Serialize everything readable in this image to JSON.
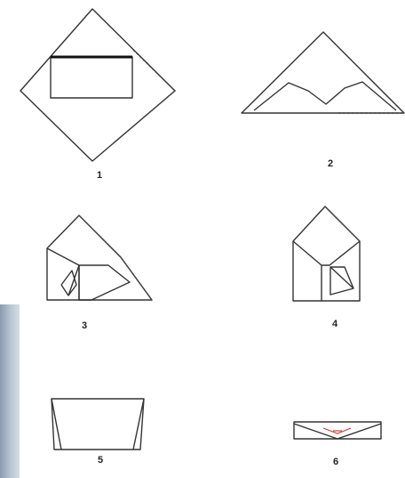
{
  "figure": {
    "steps": [
      {
        "label": "1"
      },
      {
        "label": "2"
      },
      {
        "label": "3"
      },
      {
        "label": "4"
      },
      {
        "label": "5"
      },
      {
        "label": "6"
      }
    ],
    "colors": {
      "line": "#333333",
      "accent": "#d23a3a",
      "photo": "#9aa9bb"
    }
  }
}
